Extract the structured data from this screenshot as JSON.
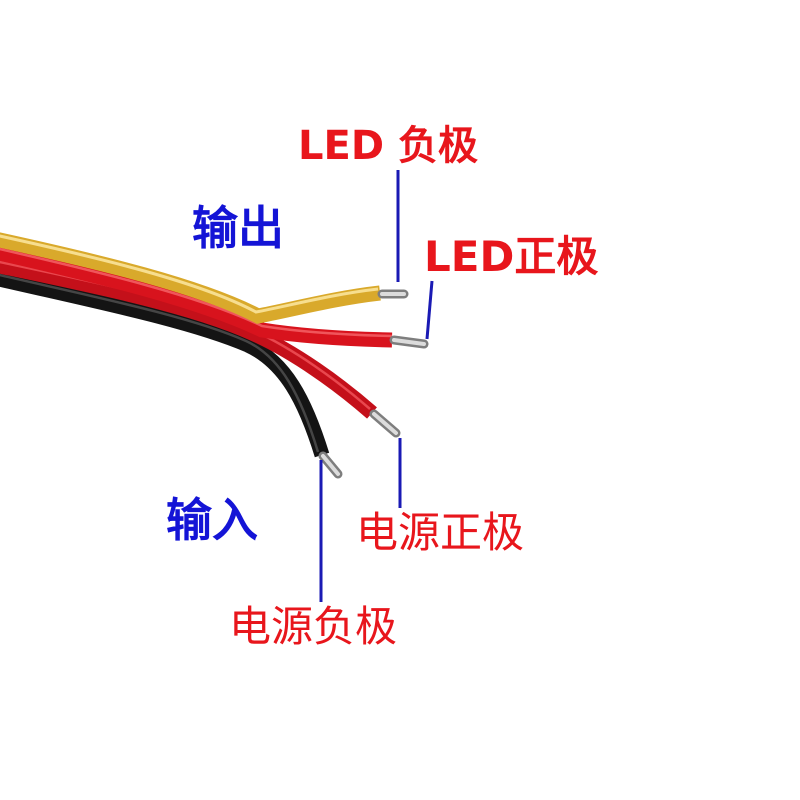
{
  "labels": {
    "led_negative": "LED 负极",
    "led_positive": "LED正极",
    "output": "输出",
    "input": "输入",
    "power_positive": "电源正极",
    "power_negative": "电源负极"
  },
  "colors": {
    "label_red": "#e8161c",
    "label_blue": "#1414d6",
    "pointer_line": "#1a1ab4",
    "wire_yellow": "#e6b93a",
    "wire_red": "#d8131d",
    "wire_black": "#141414",
    "bare_conductor": "#c9c9c9"
  },
  "wires": [
    {
      "name": "yellow-wire",
      "color_key": "wire_yellow"
    },
    {
      "name": "red-wire-upper",
      "color_key": "wire_red"
    },
    {
      "name": "red-wire-lower",
      "color_key": "wire_red"
    },
    {
      "name": "black-wire",
      "color_key": "wire_black"
    }
  ]
}
